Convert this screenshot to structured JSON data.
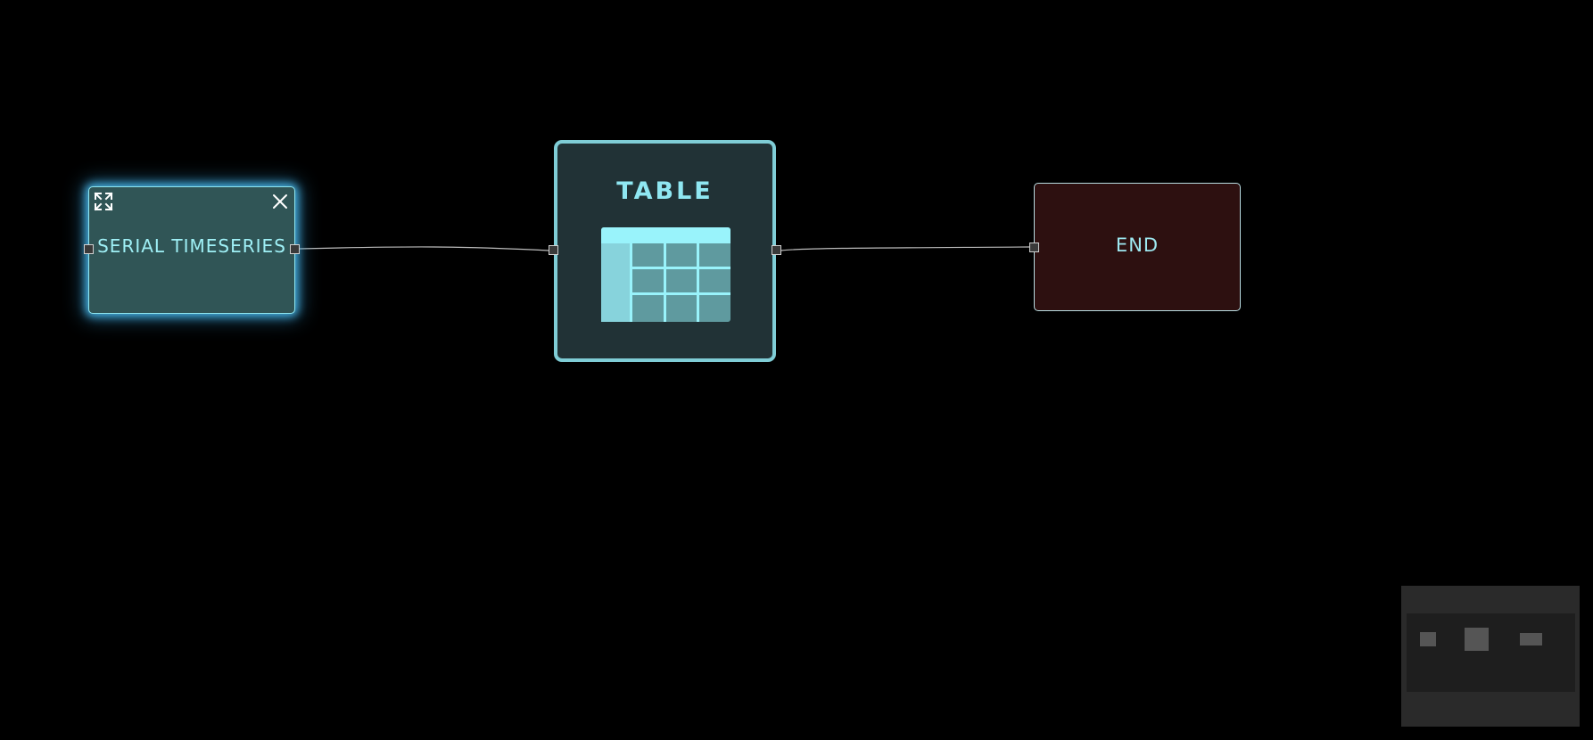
{
  "nodes": {
    "serial": {
      "label": "SERIAL TIMESERIES"
    },
    "table": {
      "title": "TABLE"
    },
    "end": {
      "label": "END"
    }
  },
  "icons": {
    "expand": "expand-arrows-icon",
    "close": "close-icon",
    "table": "table-grid-icon"
  },
  "colors": {
    "background": "#000000",
    "serial_fill": "#305556",
    "serial_glow": "#50c8ff",
    "table_fill": "#213236",
    "table_border": "#7fcdd6",
    "end_fill": "#2d1010",
    "text_cyan": "#9ff0f6",
    "edge": "#bdbdbd"
  },
  "edges": [
    {
      "from": "serial",
      "to": "table"
    },
    {
      "from": "table",
      "to": "end"
    }
  ]
}
